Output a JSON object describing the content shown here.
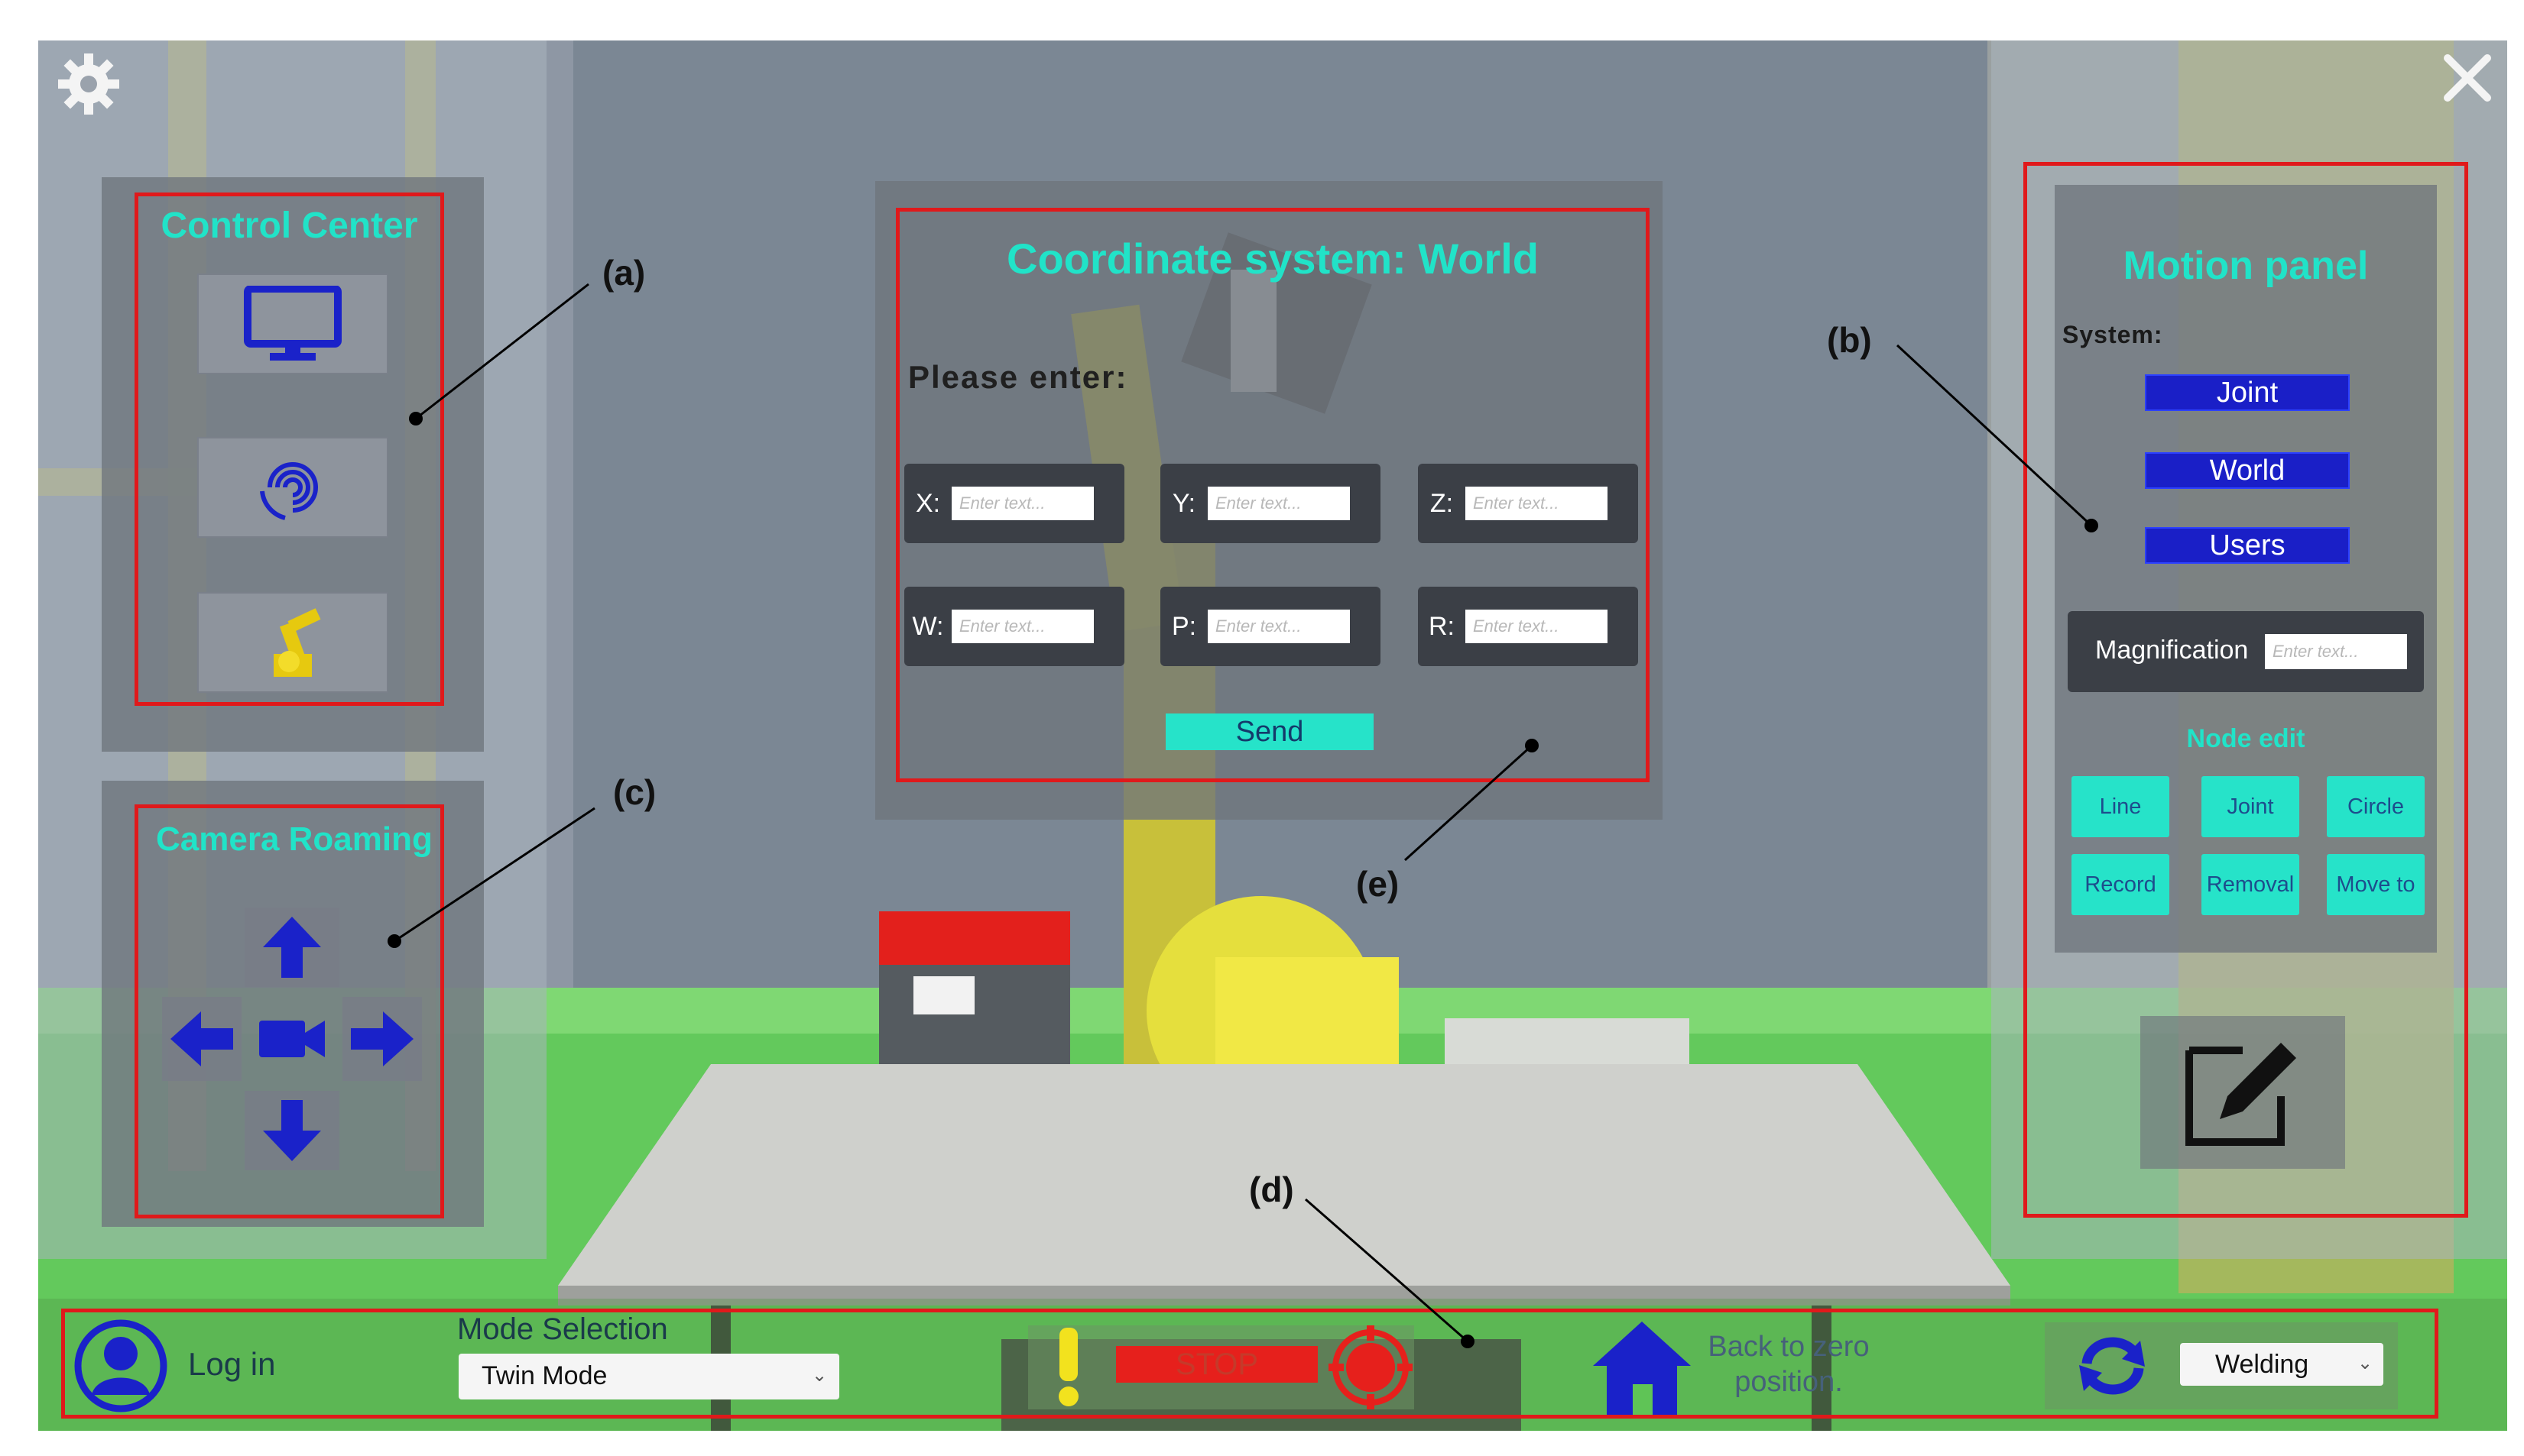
{
  "annotations": {
    "a": "(a)",
    "b": "(b)",
    "c": "(c)",
    "d": "(d)",
    "e": "(e)"
  },
  "control_center": {
    "title": "Control Center",
    "buttons": [
      {
        "icon": "monitor-icon"
      },
      {
        "icon": "fingerprint-icon"
      },
      {
        "icon": "robot-icon"
      }
    ]
  },
  "camera_roaming": {
    "title": "Camera Roaming",
    "icons": [
      "arrow-up-icon",
      "arrow-left-icon",
      "camera-icon",
      "arrow-right-icon",
      "arrow-down-icon"
    ]
  },
  "coordinate_panel": {
    "title": "Coordinate system: World",
    "prompt": "Please enter:",
    "fields": [
      {
        "label": "X:",
        "placeholder": "Enter text..."
      },
      {
        "label": "Y:",
        "placeholder": "Enter text..."
      },
      {
        "label": "Z:",
        "placeholder": "Enter text..."
      },
      {
        "label": "W:",
        "placeholder": "Enter text..."
      },
      {
        "label": "P:",
        "placeholder": "Enter text..."
      },
      {
        "label": "R:",
        "placeholder": "Enter text..."
      }
    ],
    "send_label": "Send"
  },
  "motion_panel": {
    "title": "Motion panel",
    "system_label": "System:",
    "system_buttons": [
      "Joint",
      "World",
      "Users"
    ],
    "magnification_label": "Magnification",
    "magnification_placeholder": "Enter text...",
    "node_edit_title": "Node edit",
    "node_buttons": [
      "Line",
      "Joint",
      "Circle",
      "Record",
      "Removal",
      "Move to"
    ]
  },
  "bottom_bar": {
    "login_label": "Log in",
    "mode_label": "Mode Selection",
    "mode_value": "Twin Mode",
    "stop_label": "STOP",
    "back_zero_label": "Back to zero position.",
    "process_value": "Welding"
  },
  "colors": {
    "accent_teal": "#21e3c8",
    "button_blue": "#1a1fc7",
    "highlight_red": "#e0191b",
    "floor_green": "#63c95c"
  }
}
